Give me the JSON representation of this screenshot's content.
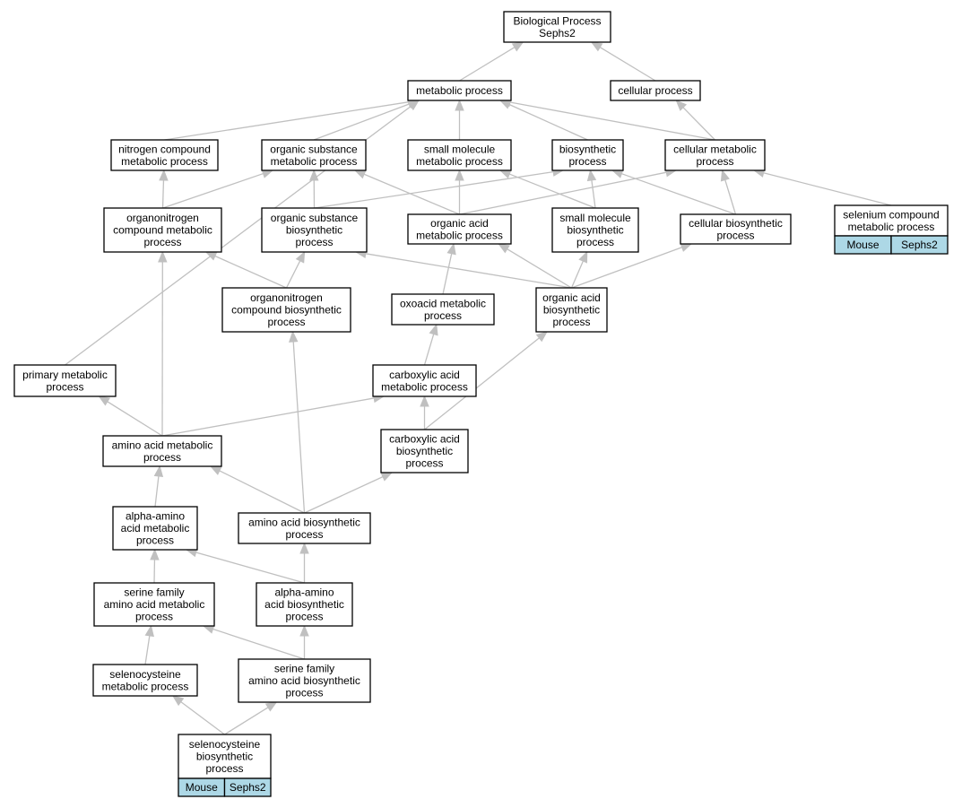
{
  "colors": {
    "edge": "#c0c0c0",
    "annotation_cell": "#add8e6",
    "box_stroke": "#000000"
  },
  "nodes": [
    {
      "id": "bp",
      "lines": [
        "Biological Process",
        "Sephs2"
      ]
    },
    {
      "id": "metabolic",
      "lines": [
        "metabolic process"
      ]
    },
    {
      "id": "cellular",
      "lines": [
        "cellular process"
      ]
    },
    {
      "id": "nitrogen",
      "lines": [
        "nitrogen compound",
        "metabolic process"
      ]
    },
    {
      "id": "orgsubmet",
      "lines": [
        "organic substance",
        "metabolic process"
      ]
    },
    {
      "id": "smallmolmet",
      "lines": [
        "small molecule",
        "metabolic process"
      ]
    },
    {
      "id": "biosyn",
      "lines": [
        "biosynthetic",
        "process"
      ]
    },
    {
      "id": "cellmet",
      "lines": [
        "cellular metabolic",
        "process"
      ]
    },
    {
      "id": "selenium",
      "lines": [
        "selenium compound",
        "metabolic process"
      ],
      "cells": [
        "Mouse",
        "Sephs2"
      ]
    },
    {
      "id": "orgnitmet",
      "lines": [
        "organonitrogen",
        "compound metabolic",
        "process"
      ]
    },
    {
      "id": "orgsubbio",
      "lines": [
        "organic substance",
        "biosynthetic",
        "process"
      ]
    },
    {
      "id": "orgacidmet",
      "lines": [
        "organic acid",
        "metabolic process"
      ]
    },
    {
      "id": "smallmolbio",
      "lines": [
        "small molecule",
        "biosynthetic",
        "process"
      ]
    },
    {
      "id": "cellbio",
      "lines": [
        "cellular biosynthetic",
        "process"
      ]
    },
    {
      "id": "orgnitbio",
      "lines": [
        "organonitrogen",
        "compound biosynthetic",
        "process"
      ]
    },
    {
      "id": "oxoacid",
      "lines": [
        "oxoacid metabolic",
        "process"
      ]
    },
    {
      "id": "orgacidbio",
      "lines": [
        "organic acid",
        "biosynthetic",
        "process"
      ]
    },
    {
      "id": "primary",
      "lines": [
        "primary metabolic",
        "process"
      ]
    },
    {
      "id": "carbmet",
      "lines": [
        "carboxylic acid",
        "metabolic process"
      ]
    },
    {
      "id": "aamet",
      "lines": [
        "amino acid metabolic",
        "process"
      ]
    },
    {
      "id": "carbbio",
      "lines": [
        "carboxylic acid",
        "biosynthetic",
        "process"
      ]
    },
    {
      "id": "alphamet",
      "lines": [
        "alpha-amino",
        "acid metabolic",
        "process"
      ]
    },
    {
      "id": "aabio",
      "lines": [
        "amino acid biosynthetic",
        "process"
      ]
    },
    {
      "id": "serinemet",
      "lines": [
        "serine family",
        "amino acid metabolic",
        "process"
      ]
    },
    {
      "id": "alphabio",
      "lines": [
        "alpha-amino",
        "acid biosynthetic",
        "process"
      ]
    },
    {
      "id": "selenomet",
      "lines": [
        "selenocysteine",
        "metabolic process"
      ]
    },
    {
      "id": "serinebio",
      "lines": [
        "serine family",
        "amino acid biosynthetic",
        "process"
      ]
    },
    {
      "id": "selenobio",
      "lines": [
        "selenocysteine",
        "biosynthetic",
        "process"
      ],
      "cells": [
        "Mouse",
        "Sephs2"
      ]
    }
  ],
  "edges": [
    [
      "metabolic",
      "bp"
    ],
    [
      "cellular",
      "bp"
    ],
    [
      "nitrogen",
      "metabolic"
    ],
    [
      "orgsubmet",
      "metabolic"
    ],
    [
      "smallmolmet",
      "metabolic"
    ],
    [
      "biosyn",
      "metabolic"
    ],
    [
      "cellmet",
      "metabolic"
    ],
    [
      "primary",
      "metabolic"
    ],
    [
      "cellmet",
      "cellular"
    ],
    [
      "selenium",
      "cellmet"
    ],
    [
      "orgnitmet",
      "nitrogen"
    ],
    [
      "orgnitmet",
      "orgsubmet"
    ],
    [
      "orgsubbio",
      "orgsubmet"
    ],
    [
      "orgsubbio",
      "biosyn"
    ],
    [
      "orgacidmet",
      "orgsubmet"
    ],
    [
      "orgacidmet",
      "smallmolmet"
    ],
    [
      "orgacidmet",
      "cellmet"
    ],
    [
      "smallmolbio",
      "smallmolmet"
    ],
    [
      "smallmolbio",
      "biosyn"
    ],
    [
      "cellbio",
      "biosyn"
    ],
    [
      "cellbio",
      "cellmet"
    ],
    [
      "orgnitbio",
      "orgnitmet"
    ],
    [
      "orgnitbio",
      "orgsubbio"
    ],
    [
      "oxoacid",
      "orgacidmet"
    ],
    [
      "orgacidbio",
      "orgacidmet"
    ],
    [
      "orgacidbio",
      "smallmolbio"
    ],
    [
      "orgacidbio",
      "orgsubbio"
    ],
    [
      "orgacidbio",
      "cellbio"
    ],
    [
      "carbmet",
      "oxoacid"
    ],
    [
      "aamet",
      "primary"
    ],
    [
      "aamet",
      "carbmet"
    ],
    [
      "aamet",
      "orgnitmet"
    ],
    [
      "carbbio",
      "carbmet"
    ],
    [
      "carbbio",
      "orgacidbio"
    ],
    [
      "alphamet",
      "aamet"
    ],
    [
      "aabio",
      "aamet"
    ],
    [
      "aabio",
      "carbbio"
    ],
    [
      "aabio",
      "orgnitbio"
    ],
    [
      "serinemet",
      "alphamet"
    ],
    [
      "alphabio",
      "alphamet"
    ],
    [
      "alphabio",
      "aabio"
    ],
    [
      "selenomet",
      "serinemet"
    ],
    [
      "serinebio",
      "serinemet"
    ],
    [
      "serinebio",
      "alphabio"
    ],
    [
      "selenobio",
      "selenomet"
    ],
    [
      "selenobio",
      "serinebio"
    ]
  ]
}
